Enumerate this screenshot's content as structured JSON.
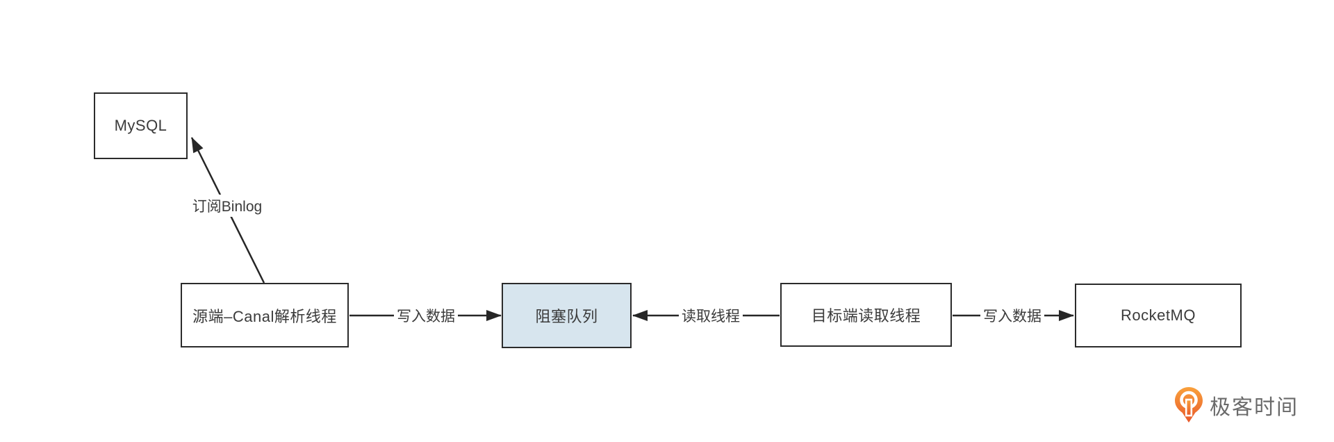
{
  "diagram": {
    "nodes": {
      "mysql": {
        "label": "MySQL"
      },
      "source": {
        "label": "源端–Canal解析线程"
      },
      "queue": {
        "label": "阻塞队列",
        "fill": "#d7e5ee"
      },
      "target": {
        "label": "目标端读取线程"
      },
      "rocketmq": {
        "label": "RocketMQ"
      }
    },
    "edges": {
      "subscribe_binlog": {
        "label": "订阅Binlog",
        "from": "source",
        "to": "mysql"
      },
      "write_to_queue": {
        "label": "写入数据",
        "from": "source",
        "to": "queue"
      },
      "read_from_queue": {
        "label": "读取线程",
        "from": "target",
        "to": "queue"
      },
      "write_to_mq": {
        "label": "写入数据",
        "from": "target",
        "to": "rocketmq"
      }
    },
    "colors": {
      "background": "#ffffff",
      "node_border": "#2b2b2b",
      "node_text": "#3b3b3b",
      "queue_fill": "#d7e5ee",
      "line": "#262626"
    }
  },
  "branding": {
    "logo_text": "极客时间",
    "logo_orange_top": "#f9a13c",
    "logo_orange_bottom": "#e8582a",
    "logo_text_color": "#6a6a6a"
  }
}
